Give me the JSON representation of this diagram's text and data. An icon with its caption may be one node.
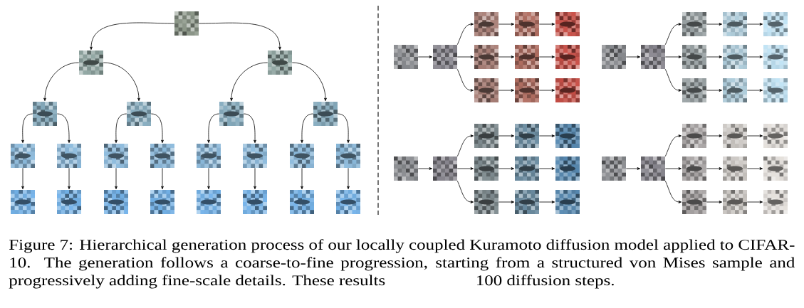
{
  "diagram": {
    "caption": "Figure 7: Hierarchical generation process of our locally coupled Kuramoto diffusion model applied to CIFAR-10. The generation follows a coarse-to-fine progression, starting from a structured von Mises sample and progressively adding fine-scale details. These results",
    "nodes": [
      {
        "text": [],
        "shape": "picture"
      },
      {
        "text": [],
        "shape": "picture"
      },
      {
        "text": [],
        "shape": "picture"
      },
      {
        "text": [],
        "shape": "picture"
      },
      {
        "text": [],
        "shape": "picture"
      },
      {
        "text": [],
        "shape": "picture"
      },
      {
        "text": [],
        "shape": "picture"
      },
      {
        "text": [],
        "shape": "picture"
      },
      {
        "text": [],
        "shape": "picture"
      },
      {
        "text": [],
        "shape": "picture"
      },
      {
        "text": [],
        "shape": "picture"
      },
      {
        "text": [],
        "shape": "picture"
      },
      {
        "text": [],
        "shape": "picture"
      },
      {
        "text": [],
        "shape": "picture"
      },
      {
        "text": [],
        "shape": "picture"
      },
      {
        "text": [],
        "shape": "picture"
      },
      {
        "text": [],
        "shape": "picture"
      },
      {
        "text": [],
        "shape": "picture"
      },
      {
        "text": [],
        "shape": "picture"
      },
      {
        "text": [],
        "shape": "picture"
      },
      {
        "text": [],
        "shape": "picture"
      },
      {
        "text": [],
        "shape": "picture"
      },
      {
        "text": [],
        "shape": "picture"
      },
      {
        "text": [],
        "shape": "picture"
      },
      {
        "text": [],
        "shape": "picture"
      },
      {
        "text": [],
        "shape": "picture"
      },
      {
        "text": [],
        "shape": "picture"
      },
      {
        "text": [],
        "shape": "picture"
      },
      {
        "text": [],
        "shape": "picture"
      },
      {
        "text": [],
        "shape": "picture"
      },
      {
        "text": [],
        "shape": "picture"
      },
      {
        "text": [],
        "shape": "picture"
      },
      {
        "text": [],
        "shape": "picture"
      },
      {
        "text": [],
        "shape": "picture"
      },
      {
        "text": [],
        "shape": "picture"
      },
      {
        "text": [],
        "shape": "picture"
      },
      {
        "text": [],
        "shape": "picture"
      },
      {
        "text": [],
        "shape": "picture"
      },
      {
        "text": [],
        "shape": "picture"
      },
      {
        "text": [],
        "shape": "picture"
      },
      {
        "text": [],
        "shape": "picture"
      },
      {
        "text": [],
        "shape": "picture"
      },
      {
        "text": [],
        "shape": "picture"
      },
      {
        "text": [],
        "shape": "picture"
      },
      {
        "text": [],
        "shape": "picture"
      },
      {
        "text": [],
        "shape": "picture"
      },
      {
        "text": [],
        "shape": "picture"
      },
      {
        "text": [],
        "shape": "picture"
      },
      {
        "text": [],
        "shape": "picture"
      },
      {
        "text": [],
        "shape": "picture"
      },
      {
        "text": [],
        "shape": "picture"
      },
      {
        "text": [],
        "shape": "picture"
      },
      {
        "text": [],
        "shape": "picture"
      },
      {
        "text": [],
        "shape": "picture"
      },
      {
        "text": [],
        "shape": "picture"
      },
      {
        "text": [],
        "shape": "picture"
      },
      {
        "text": [],
        "shape": "picture"
      },
      {
        "text": [],
        "shape": "picture"
      },
      {
        "text": [],
        "shape": "picture"
      },
      {
        "text": [],
        "shape": "picture"
      },
      {
        "text": [],
        "shape": "picture"
      },
      {
        "text": [],
        "shape": "picture"
      },
      {
        "text": [],
        "shape": "picture"
      },
      {
        "text": [],
        "shape": "picture"
      },
      {
        "text": [],
        "shape": "picture"
      },
      {
        "text": [],
        "shape": "picture"
      },
      {
        "text": [],
        "shape": "picture"
      }
    ],
    "edges": [
      {
        "from": 0,
        "to": 1,
        "arrow": "to"
      },
      {
        "from": 0,
        "to": 2,
        "arrow": "to"
      },
      {
        "from": 1,
        "to": 3,
        "arrow": "to"
      },
      {
        "from": 1,
        "to": 4,
        "arrow": "to"
      },
      {
        "from": 2,
        "to": 5,
        "arrow": "to"
      },
      {
        "from": 2,
        "to": 6,
        "arrow": "to"
      },
      {
        "from": 3,
        "to": 7,
        "arrow": "to"
      },
      {
        "from": 3,
        "to": 8,
        "arrow": "to"
      },
      {
        "from": 4,
        "to": 9,
        "arrow": "to"
      },
      {
        "from": 4,
        "to": 10,
        "arrow": "to"
      },
      {
        "from": 5,
        "to": 11,
        "arrow": "to"
      },
      {
        "from": 5,
        "to": 12,
        "arrow": "to"
      },
      {
        "from": 6,
        "to": 13,
        "arrow": "to"
      },
      {
        "from": 6,
        "to": 14,
        "arrow": "to"
      },
      {
        "from": 7,
        "to": 15,
        "arrow": "to"
      },
      {
        "from": 8,
        "to": 16,
        "arrow": "to"
      },
      {
        "from": 9,
        "to": 17,
        "arrow": "to"
      },
      {
        "from": 10,
        "to": 18,
        "arrow": "to"
      },
      {
        "from": 11,
        "to": 19,
        "arrow": "to"
      },
      {
        "from": 12,
        "to": 20,
        "arrow": "to"
      },
      {
        "from": 13,
        "to": 21,
        "arrow": "to"
      },
      {
        "from": 14,
        "to": 22,
        "arrow": "to"
      },
      {
        "from": 23,
        "to": 24,
        "arrow": "to"
      },
      {
        "from": 24,
        "to": 25,
        "arrow": "to"
      },
      {
        "from": 24,
        "to": 28,
        "arrow": "to"
      },
      {
        "from": 24,
        "to": 31,
        "arrow": "to"
      },
      {
        "from": 25,
        "to": 26,
        "arrow": "to"
      },
      {
        "from": 26,
        "to": 27,
        "arrow": "to"
      },
      {
        "from": 28,
        "to": 29,
        "arrow": "to"
      },
      {
        "from": 29,
        "to": 30,
        "arrow": "to"
      },
      {
        "from": 31,
        "to": 32,
        "arrow": "to"
      },
      {
        "from": 32,
        "to": 33,
        "arrow": "to"
      },
      {
        "from": 34,
        "to": 35,
        "arrow": "to"
      },
      {
        "from": 35,
        "to": 36,
        "arrow": "to"
      },
      {
        "from": 35,
        "to": 39,
        "arrow": "to"
      },
      {
        "from": 35,
        "to": 42,
        "arrow": "to"
      },
      {
        "from": 36,
        "to": 37,
        "arrow": "to"
      },
      {
        "from": 37,
        "to": 38,
        "arrow": "to"
      },
      {
        "from": 39,
        "to": 40,
        "arrow": "to"
      },
      {
        "from": 40,
        "to": 41,
        "arrow": "to"
      },
      {
        "from": 42,
        "to": 43,
        "arrow": "to"
      },
      {
        "from": 43,
        "to": 44,
        "arrow": "to"
      },
      {
        "from": 45,
        "to": 46,
        "arrow": "to"
      },
      {
        "from": 46,
        "to": 47,
        "arrow": "to"
      },
      {
        "from": 46,
        "to": 50,
        "arrow": "to"
      },
      {
        "from": 46,
        "to": 53,
        "arrow": "to"
      },
      {
        "from": 47,
        "to": 48,
        "arrow": "to"
      },
      {
        "from": 48,
        "to": 49,
        "arrow": "to"
      },
      {
        "from": 50,
        "to": 51,
        "arrow": "to"
      },
      {
        "from": 51,
        "to": 52,
        "arrow": "to"
      },
      {
        "from": 53,
        "to": 54,
        "arrow": "to"
      },
      {
        "from": 54,
        "to": 55,
        "arrow": "to"
      },
      {
        "from": 56,
        "to": 57,
        "arrow": "to"
      },
      {
        "from": 57,
        "to": 58,
        "arrow": "to"
      },
      {
        "from": 57,
        "to": 61,
        "arrow": "to"
      },
      {
        "from": 57,
        "to": 64,
        "arrow": "to"
      },
      {
        "from": 58,
        "to": 59,
        "arrow": "to"
      },
      {
        "from": 59,
        "to": 60,
        "arrow": "to"
      },
      {
        "from": 61,
        "to": 62,
        "arrow": "to"
      },
      {
        "from": 62,
        "to": 63,
        "arrow": "to"
      },
      {
        "from": 64,
        "to": 65,
        "arrow": "to"
      },
      {
        "from": 65,
        "to": 66,
        "arrow": "to"
      }
    ],
    "labels": [
      "100 diffusion steps."
    ]
  }
}
